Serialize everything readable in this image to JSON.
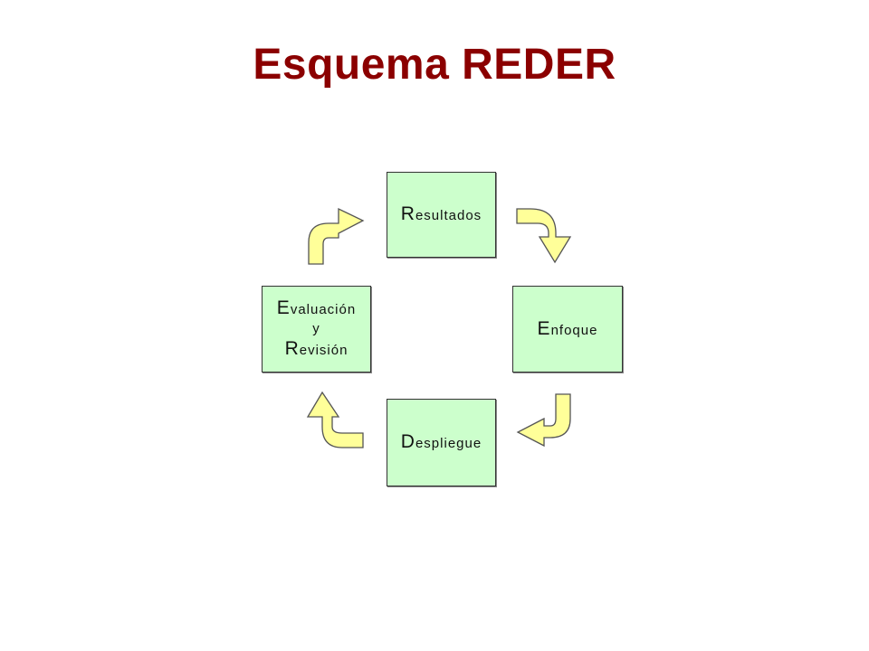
{
  "title": "Esquema REDER",
  "colors": {
    "title": "#8b0000",
    "box_fill": "#ccffcc",
    "arrow_fill": "#ffff99"
  },
  "nodes": {
    "resultados": {
      "initial": "R",
      "rest": "esultados"
    },
    "enfoque": {
      "initial": "E",
      "rest": "nfoque"
    },
    "despliegue": {
      "initial": "D",
      "rest": "espliegue"
    },
    "evaluacion": {
      "line1_initial": "E",
      "line1_rest": "valuación",
      "line2": "y",
      "line3_initial": "R",
      "line3_rest": "evisión"
    }
  }
}
